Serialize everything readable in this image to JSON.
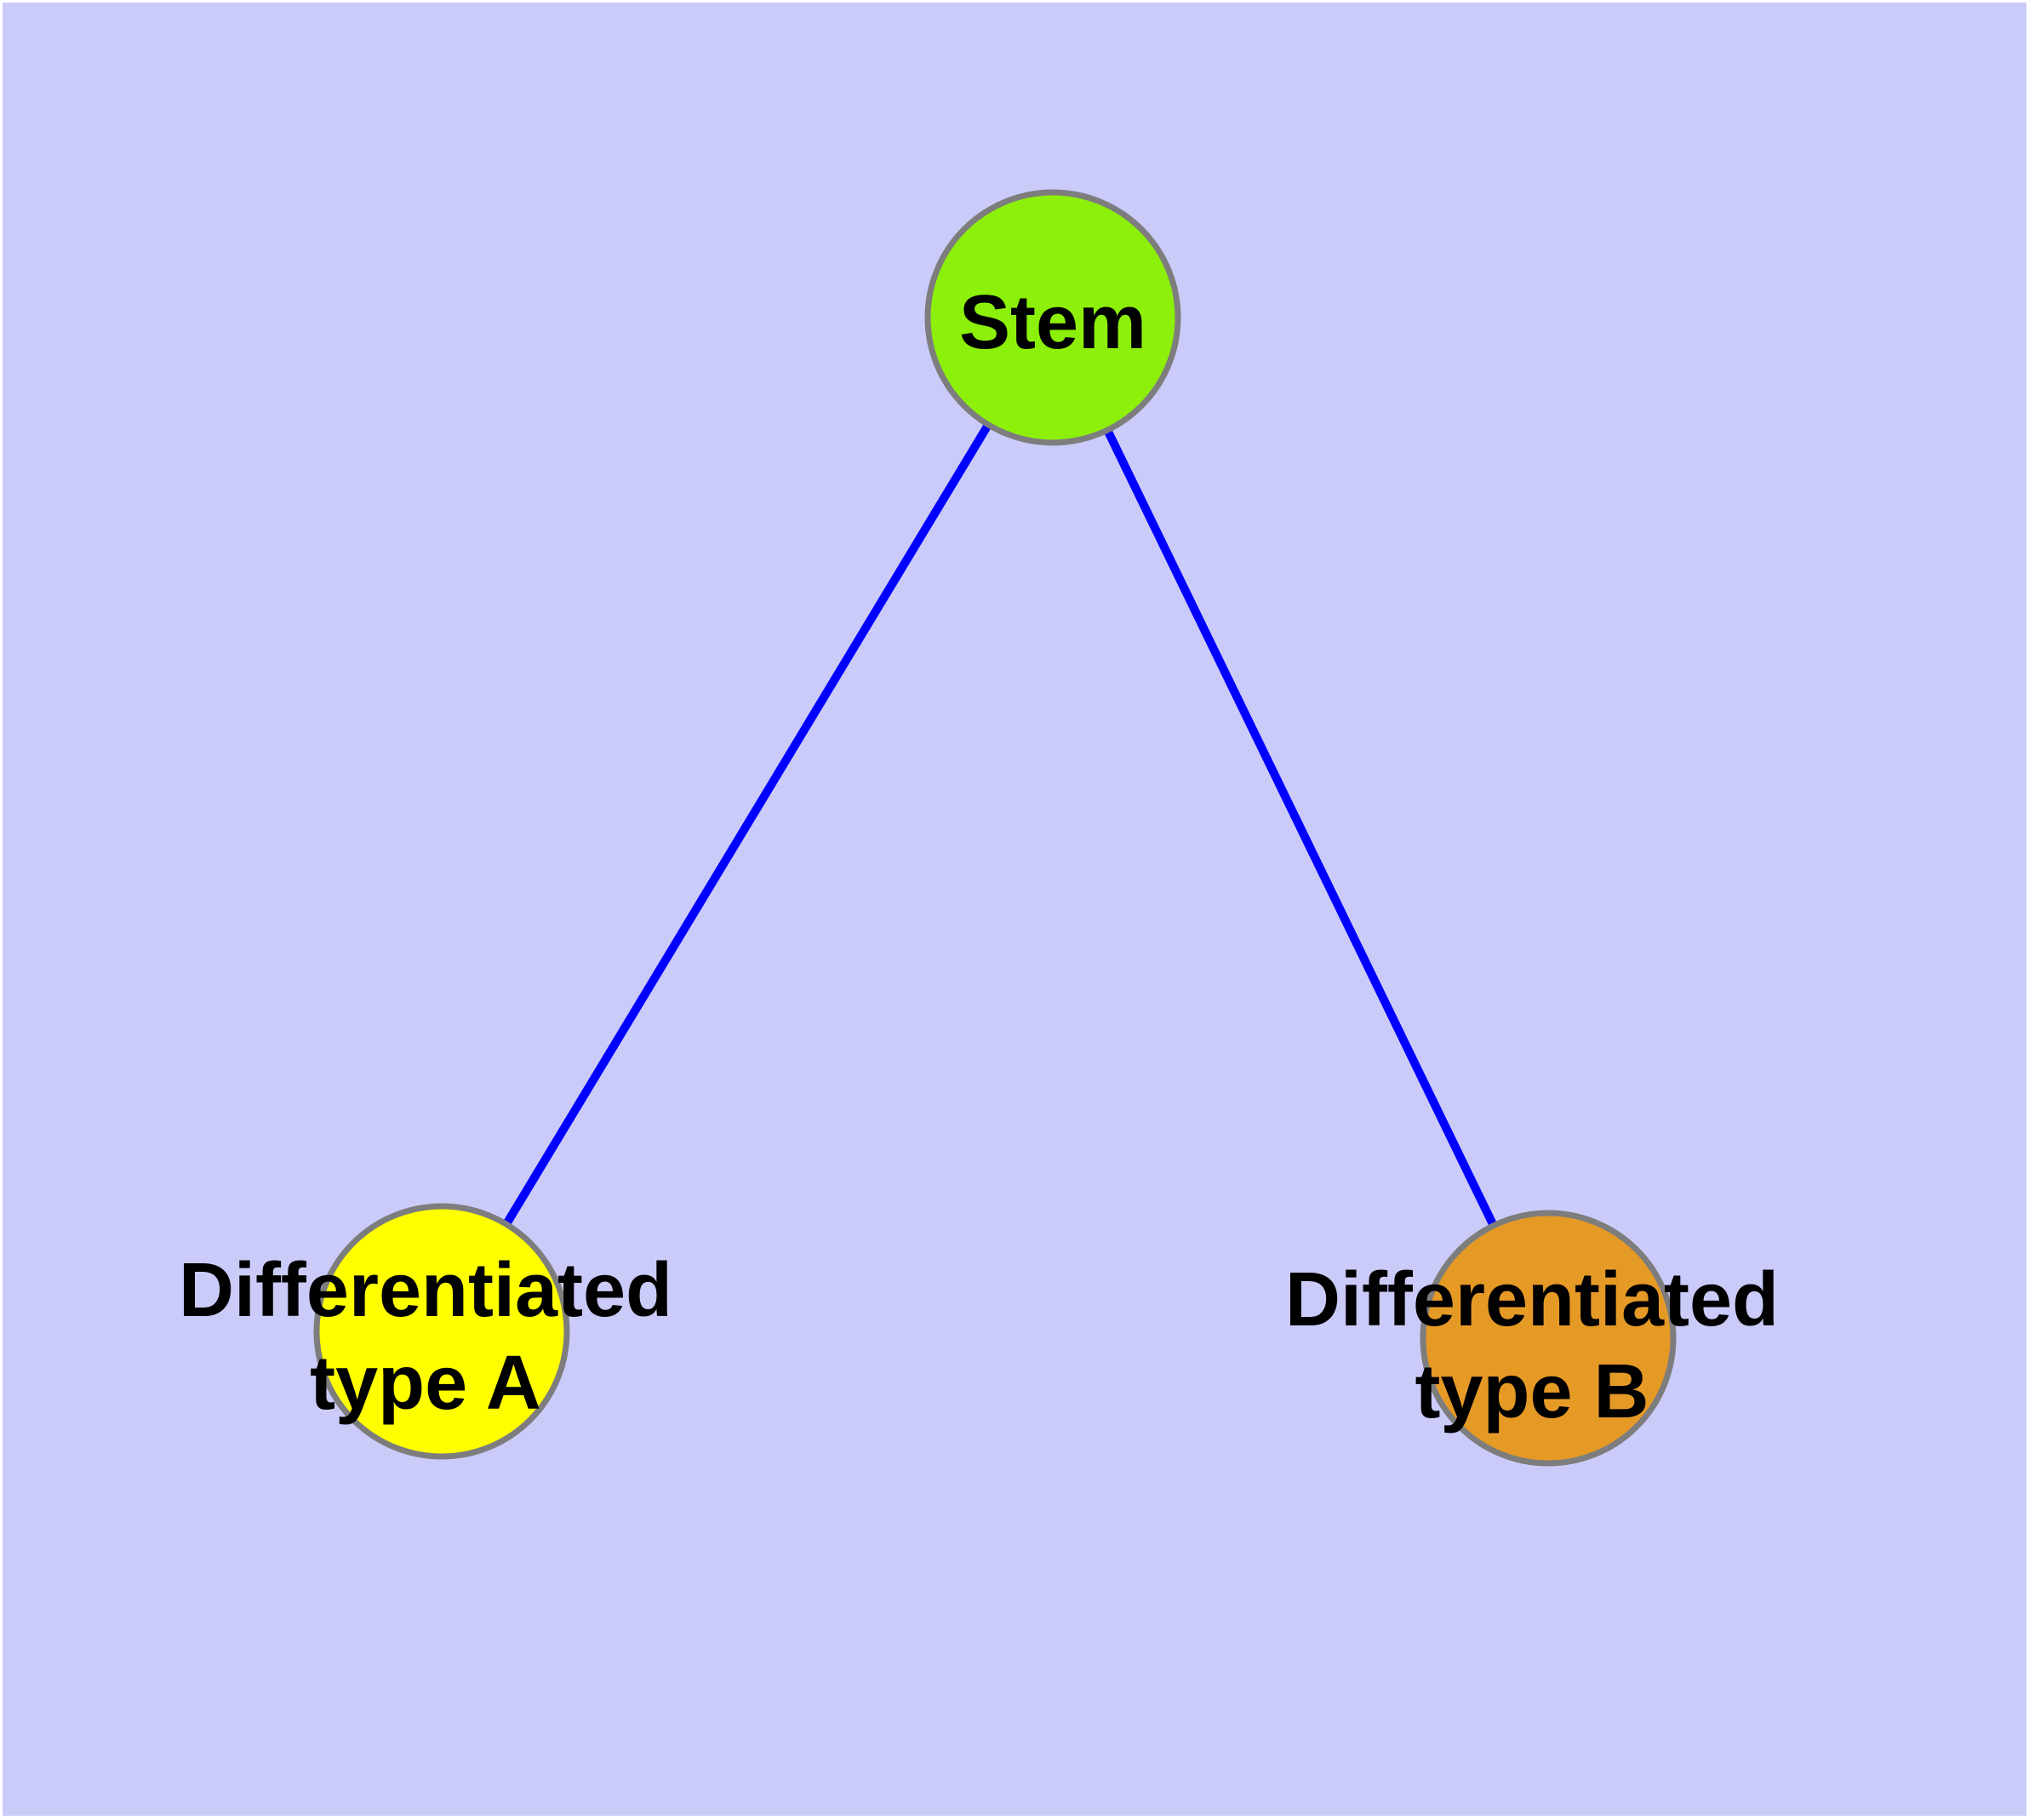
{
  "diagram": {
    "type": "graph",
    "background_color": "#CBCBFA",
    "edge_color": "#0000FF",
    "node_border_color": "#7D7D7D",
    "text_color": "#000000",
    "nodes": [
      {
        "id": "stem",
        "label": "Stem",
        "fill": "#8CF00A"
      },
      {
        "id": "differentiated-type-a",
        "label_line1": "Differentiated",
        "label_line2": "type A",
        "fill": "#FFFF00"
      },
      {
        "id": "differentiated-type-b",
        "label_line1": "Differentiated",
        "label_line2": "type B",
        "fill": "#E69A26"
      }
    ],
    "edges": [
      {
        "from": "Stem",
        "to": "Differentiated type A"
      },
      {
        "from": "Stem",
        "to": "Differentiated type B"
      }
    ]
  }
}
